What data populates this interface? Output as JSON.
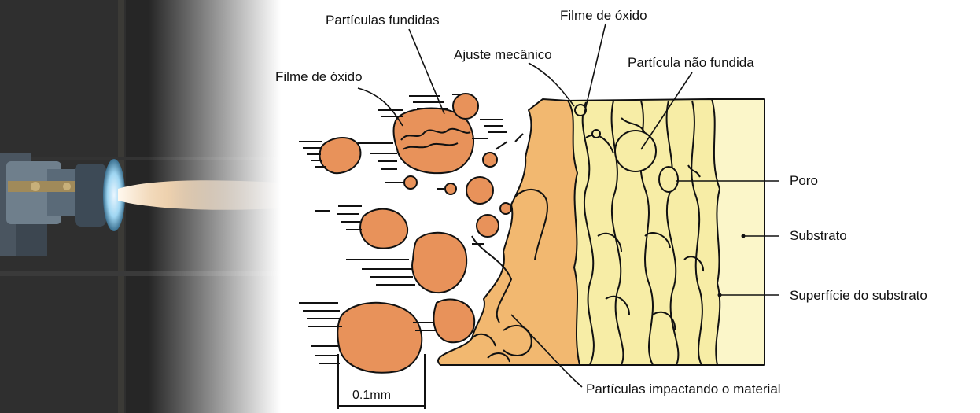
{
  "labels": {
    "particulas_fundidas": "Partículas fundidas",
    "filme_oxido_top": "Filme de óxido",
    "ajuste_mecanico": "Ajuste mecânico",
    "particula_nao_fundida": "Partícula não fundida",
    "filme_oxido_left": "Filme de óxido",
    "poro": "Poro",
    "substrato": "Substrato",
    "superficie_substrato": "Superfície do substrato",
    "particulas_impactando": "Partículas impactando o material"
  },
  "scale": {
    "label": "0.1mm"
  },
  "colors": {
    "particle": "#E8925A",
    "coating": "#F2B870",
    "splat_layer": "#F7EDA6",
    "substrate": "#FBF6C9",
    "flame": "#F3C9A0",
    "background_photo": "#2b2b2b"
  },
  "icons": [
    "thermal-spray-gun-icon",
    "flame-jet-icon"
  ]
}
